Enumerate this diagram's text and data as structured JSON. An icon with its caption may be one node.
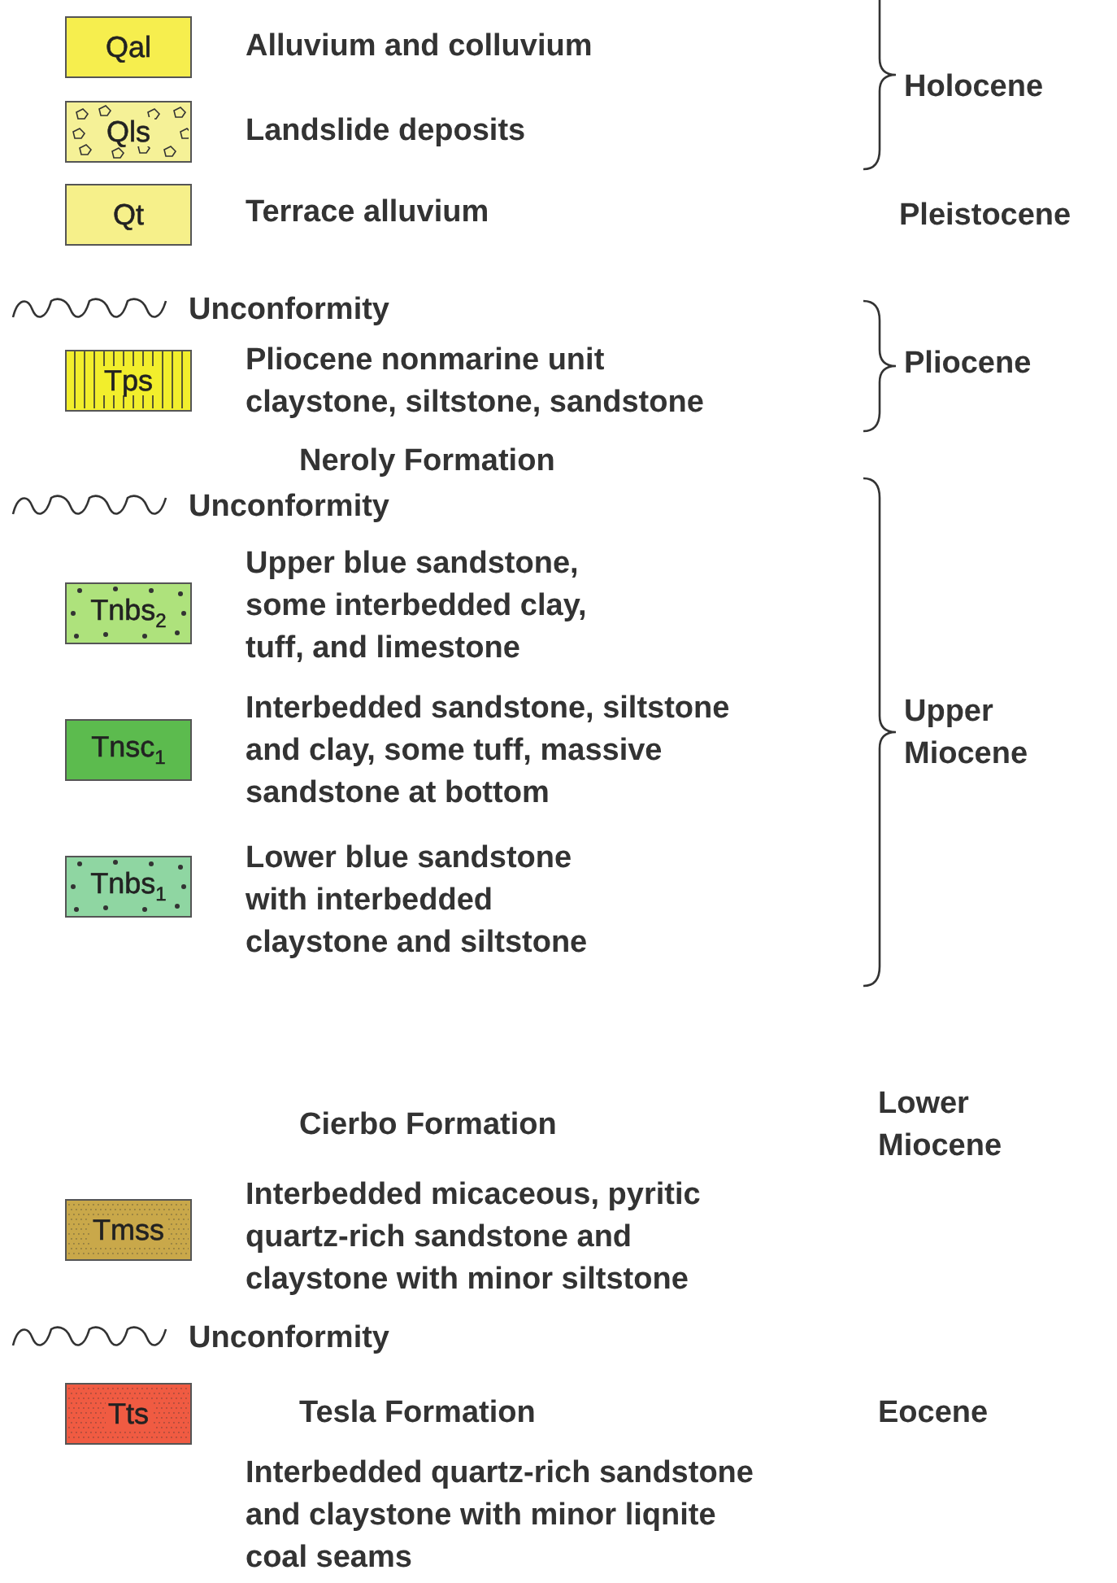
{
  "diagram": {
    "nodes": [
      {
        "text": [
          "Qal"
        ],
        "beside": [
          "Alluvium and colluvium"
        ]
      },
      {
        "text": [
          "Qls"
        ],
        "beside": [
          "Landslide deposits"
        ]
      },
      {
        "text": [
          "Qt"
        ],
        "beside": [
          "Terrace alluvium"
        ]
      },
      {
        "text": [
          "Tps"
        ],
        "beside": [
          "Pliocene nonmarine unit claystone, siltstone, sandstone"
        ]
      },
      {
        "text": [
          "Tnbs$_{2}$"
        ],
        "beside": [
          "Upper blue sandstone, some interbedded clay, tuff, and limestone"
        ]
      },
      {
        "text": [
          "Tnsc$_{1}$"
        ],
        "beside": [
          "Interbedded sandstone, siltstone and clay, some tuff, massive sandstone at bottom"
        ]
      },
      {
        "text": [
          "Tnbs$_{1}$"
        ],
        "beside": [
          "Lower blue sandstone with interbedded claystone and siltstone"
        ]
      },
      {
        "text": [
          "Tmss"
        ],
        "beside": [
          "Interbedded micaceous, pyritic quartz-rich sandstone and claystone with minor siltstone"
        ]
      },
      {
        "text": [
          "Tts"
        ],
        "beside": [
          "Tesla Formation",
          "Interbedded quartz-rich sandstone and claystone with minor liqnite coal seams"
        ]
      }
    ],
    "labels": [
      "Holocene",
      "Pleistocene",
      "Unconformity",
      "Pliocene",
      "Neroly Formation",
      "Unconformity",
      "Upper Miocene",
      "Lower Miocene",
      "Cierbo Formation",
      "Unconformity",
      "Eocene"
    ]
  }
}
